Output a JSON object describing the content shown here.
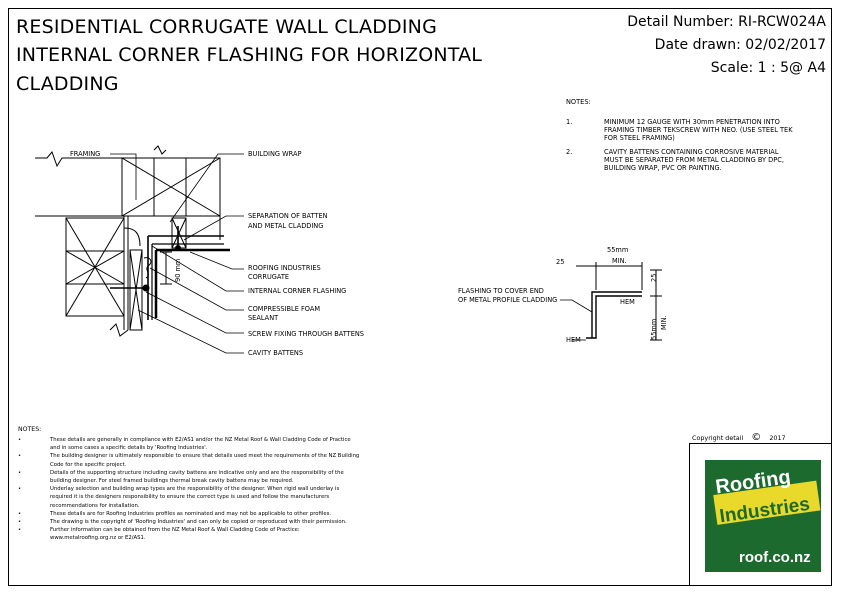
{
  "title": {
    "line1": "RESIDENTIAL CORRUGATE WALL CLADDING",
    "line2": "INTERNAL CORNER FLASHING FOR HORIZONTAL",
    "line3": "CLADDING"
  },
  "header": {
    "detail_number": "Detail Number:  RI-RCW024A",
    "date_drawn": "Date drawn:  02/02/2017",
    "scale": "Scale:    1 : 5@ A4"
  },
  "notes_right": {
    "heading": "NOTES:",
    "items": [
      {
        "num": "1.",
        "lines": [
          "MINIMUM 12 GAUGE WITH 30mm PENETRATION INTO",
          "FRAMING TIMBER TEKSCREW WITH NEO.  (USE STEEL TEK",
          "FOR STEEL FRAMING)"
        ]
      },
      {
        "num": "2.",
        "lines": [
          "CAVITY BATTENS CONTAINING CORROSIVE MATERIAL",
          "MUST BE SEPARATED FROM METAL CLADDING BY DPC,",
          "BUILDING WRAP, PVC OR PAINTING."
        ]
      }
    ]
  },
  "labels": {
    "framing": "FRAMING",
    "building_wrap": "BUILDING WRAP",
    "separation_1": "SEPARATION OF BATTEN",
    "separation_2": "AND METAL CLADDING",
    "ri_corrugate_1": "ROOFING INDUSTRIES",
    "ri_corrugate_2": "CORRUGATE",
    "internal_flashing": "INTERNAL CORNER FLASHING",
    "foam_1": "COMPRESSIBLE FOAM",
    "foam_2": "SEALANT",
    "screw": "SCREW FIXING THROUGH BATTENS",
    "cavity": "CAVITY BATTENS",
    "dim_90": "90 mm",
    "flashing_cover_1": "FLASHING TO COVER END",
    "flashing_cover_2": "OF METAL PROFILE CLADDING",
    "dim_25_top": "25",
    "dim_55_top": "55mm",
    "dim_min_top": "MIN.",
    "dim_25_right": "25",
    "hem_right": "HEM",
    "dim_55_right": "55mm",
    "dim_min_right": "MIN.",
    "hem_bottom": "HEM"
  },
  "general_notes": {
    "heading": "NOTES:",
    "rows": [
      {
        "bullet": "•",
        "text": "These details are generally in compliance with E2/AS1 and/or the NZ Metal Roof & Wall Cladding Code of Practice"
      },
      {
        "bullet": "",
        "text": "and in some cases a specific details by 'Roofing Industries'."
      },
      {
        "bullet": "•",
        "text": "The building designer is ultimately responsible to ensure that details used meet the requirements of the NZ Building"
      },
      {
        "bullet": "",
        "text": "Code for the specific project."
      },
      {
        "bullet": "•",
        "text": "Details of the supporting structure including cavity battens are indicative only and are the responsibility of the"
      },
      {
        "bullet": "",
        "text": "building designer.  For steel framed buildings thermal break cavity battens may be required."
      },
      {
        "bullet": "•",
        "text": "Underlay selection and building wrap types are the responsibility of the designer.  When rigid wall underlay is"
      },
      {
        "bullet": "",
        "text": "required it is the designers responsibility to ensure the correct type is used and follow the manufacturers"
      },
      {
        "bullet": "",
        "text": "recommendations for installation."
      },
      {
        "bullet": "•",
        "text": "These details are for Roofing Industries profiles as nominated and may not be applicable to other profiles."
      },
      {
        "bullet": "•",
        "text": "The drawing is the copyright of 'Roofing Industries' and can only be copied or reproduced with their permission."
      },
      {
        "bullet": "•",
        "text": "Further information can be obtained from the  NZ Metal Roof & Wall Cladding Code of Practice:"
      },
      {
        "bullet": "",
        "text": "www.metalroofing.org.nz or E2/AS1."
      }
    ]
  },
  "copyright": {
    "label": "Copyright detail",
    "symbol": "©",
    "year": "2017"
  },
  "logo": {
    "line1": "Roofing",
    "line2": "Industries",
    "url": "roof.co.nz",
    "bg": "#1d6a2f",
    "accent": "#e8d92a"
  }
}
